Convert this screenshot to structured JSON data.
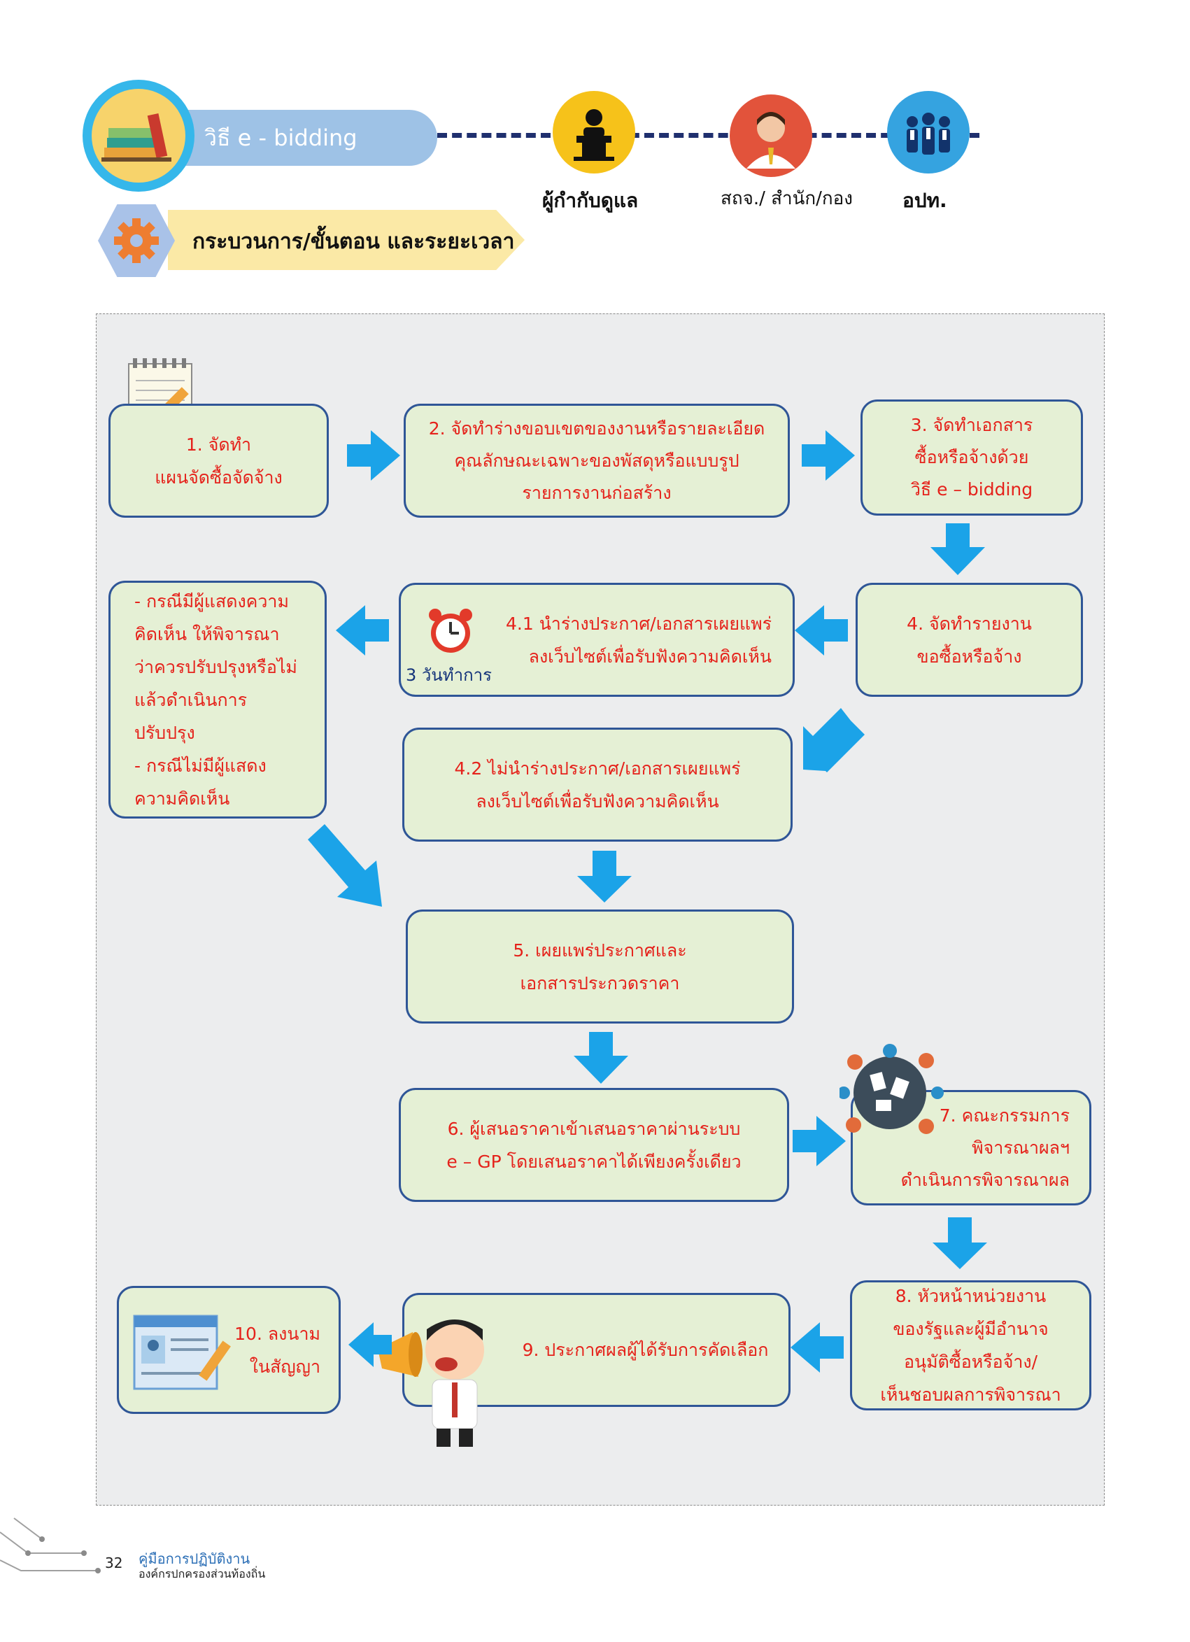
{
  "header": {
    "method_title": "วิธี e - bidding",
    "subtitle": "กระบวนการ/ขั้นตอน และระยะเวลา",
    "roles": [
      {
        "label": "ผู้กำกับดูแล",
        "icon": "speaker-podium-icon",
        "color": "#f6c21a"
      },
      {
        "label": "สถจ./ สำนัก/กอง",
        "icon": "officer-avatar-icon",
        "color": "#e2533b"
      },
      {
        "label": "อปท.",
        "icon": "group-people-icon",
        "color": "#35a3e0"
      }
    ]
  },
  "steps": {
    "s1": "1. จัดทำ\nแผนจัดซื้อจัดจ้าง",
    "s2": "2. จัดทำร่างขอบเขตของงานหรือรายละเอียด\nคุณลักษณะเฉพาะของพัสดุหรือแบบรูป\nรายการงานก่อสร้าง",
    "s3": "3. จัดทำเอกสาร\nซื้อหรือจ้างด้วย\nวิธี e – bidding",
    "s4": "4. จัดทำรายงาน\nขอซื้อหรือจ้าง",
    "s41": "4.1 นำร่างประกาศ/เอกสารเผยแพร่\nลงเว็บไซต์เพื่อรับฟังความคิดเห็น",
    "s41_days": "3 วันทำการ",
    "s42": "4.2 ไม่นำร่างประกาศ/เอกสารเผยแพร่\nลงเว็บไซต์เพื่อรับฟังความคิดเห็น",
    "comment": "- กรณีมีผู้แสดงความ\nคิดเห็น ให้พิจารณา\nว่าควรปรับปรุงหรือไม่\nแล้วดำเนินการ\nปรับปรุง\n- กรณีไม่มีผู้แสดง\nความคิดเห็น",
    "s5": "5. เผยแพร่ประกาศและ\nเอกสารประกวดราคา",
    "s6": "6. ผู้เสนอราคาเข้าเสนอราคาผ่านระบบ\ne – GP โดยเสนอราคาได้เพียงครั้งเดียว",
    "s7": "7. คณะกรรมการ\nพิจารณาผลฯ\nดำเนินการพิจารณาผล",
    "s8": "8. หัวหน้าหน่วยงาน\nของรัฐและผู้มีอำนาจ\nอนุมัติซื้อหรือจ้าง/\nเห็นชอบผลการพิจารณา",
    "s9": "9. ประกาศผลผู้ได้รับการคัดเลือก",
    "s10": "10. ลงนาม\nในสัญญา"
  },
  "footer": {
    "page_number": "32",
    "manual_title": "คู่มือการปฏิบัติงาน",
    "org_name": "องค์กรปกครองส่วนท้องถิ่น"
  },
  "colors": {
    "box_fill": "#e5f0d5",
    "box_border": "#2f5697",
    "step_text": "#e5221b",
    "arrow": "#1ba3e8"
  }
}
